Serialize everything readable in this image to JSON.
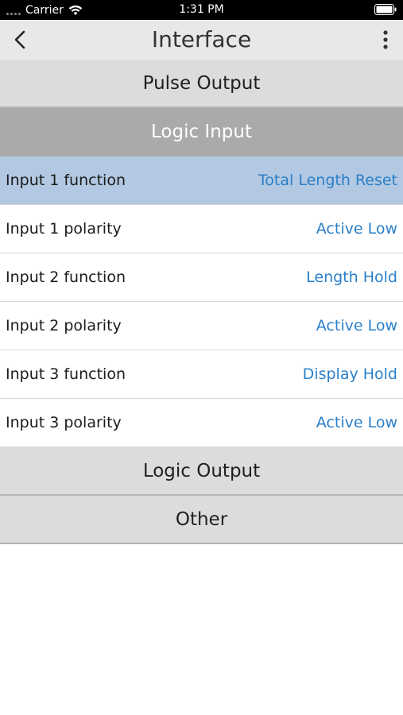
{
  "status_bar": {
    "carrier": "Carrier",
    "time": "1:31 PM"
  },
  "nav": {
    "title": "Interface"
  },
  "sections": {
    "pulse_output": "Pulse Output",
    "logic_input": "Logic Input",
    "logic_output": "Logic Output",
    "other": "Other"
  },
  "rows": [
    {
      "label": "Input 1 function",
      "value": "Total Length Reset",
      "selected": true
    },
    {
      "label": "Input 1 polarity",
      "value": "Active Low"
    },
    {
      "label": "Input 2 function",
      "value": "Length Hold"
    },
    {
      "label": "Input 2 polarity",
      "value": "Active Low"
    },
    {
      "label": "Input 3 function",
      "value": "Display Hold"
    },
    {
      "label": "Input 3 polarity",
      "value": "Active Low"
    }
  ],
  "colors": {
    "value_text": "#2a7fc9",
    "selected_row": "#b3c8e2",
    "active_section": "#aaaaaa"
  }
}
